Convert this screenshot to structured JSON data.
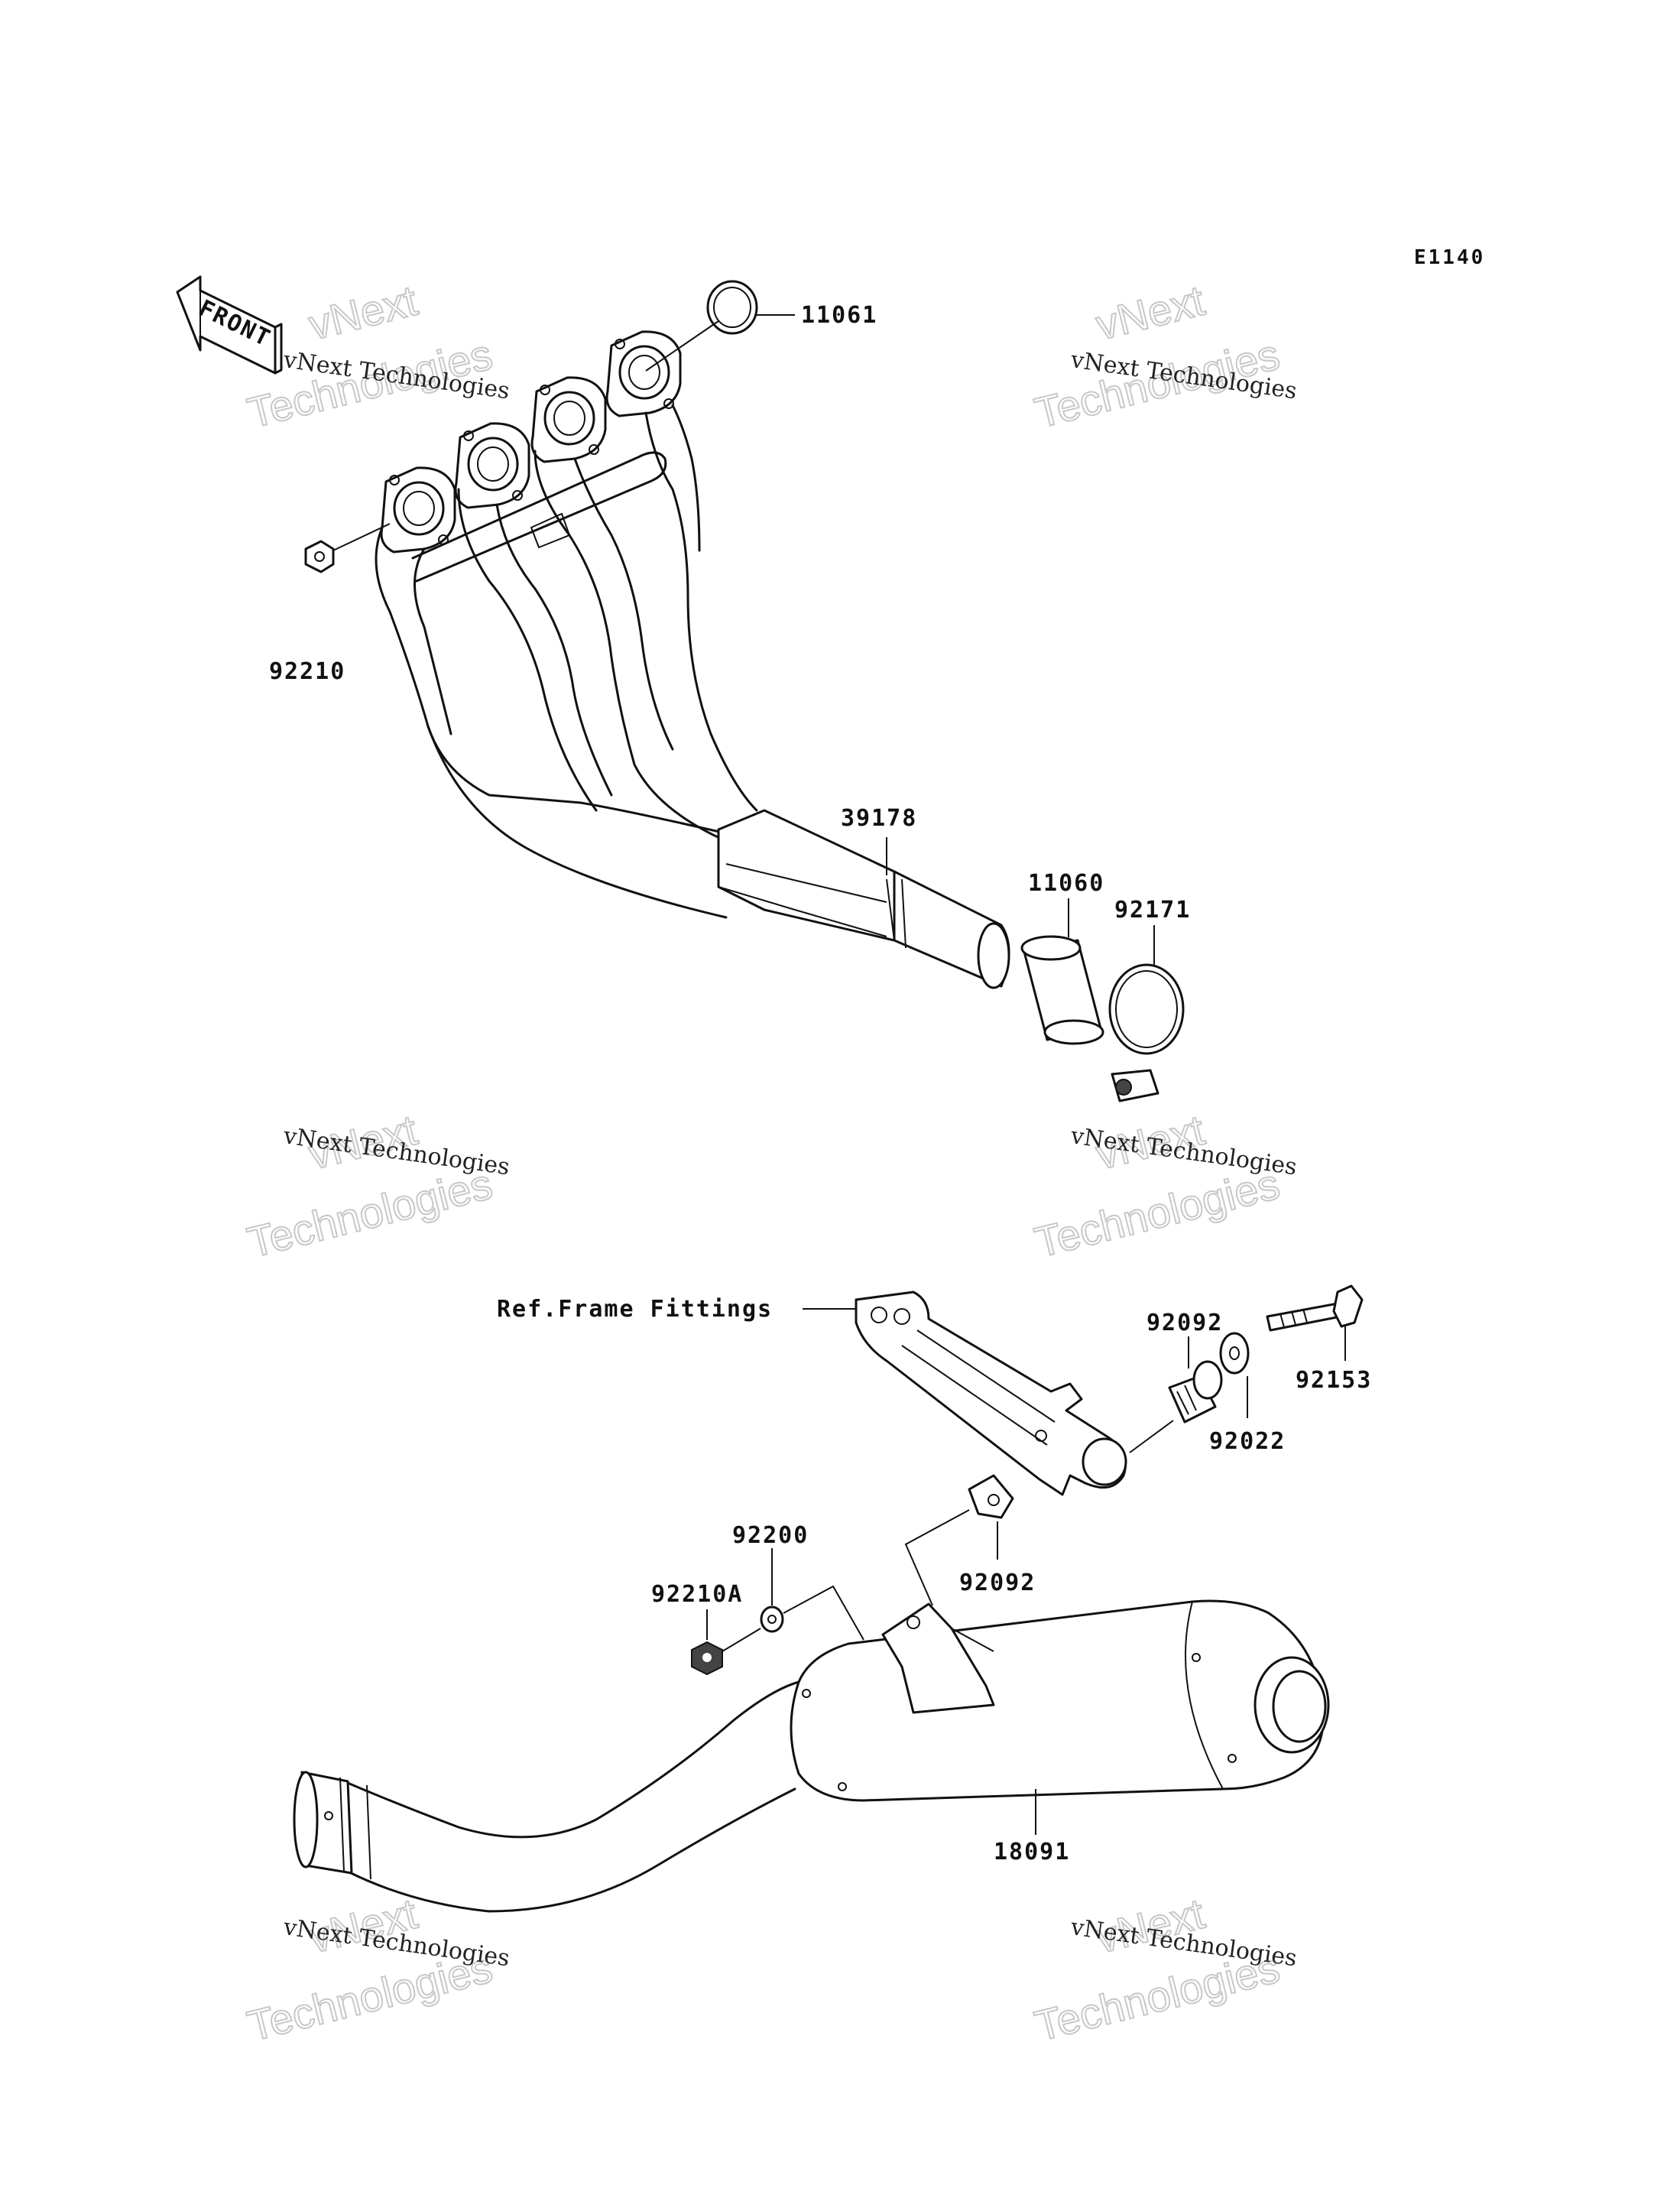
{
  "diagram_code": "E1140",
  "front_arrow_label": "FRONT",
  "parts": {
    "p11061": "11061",
    "p92210": "92210",
    "p39178": "39178",
    "p11060": "11060",
    "p92171": "92171",
    "ref_frame": "Ref.Frame Fittings",
    "p92092_top": "92092",
    "p92153": "92153",
    "p92022": "92022",
    "p92200": "92200",
    "p92210A": "92210A",
    "p92092_bottom": "92092",
    "p18091": "18091"
  },
  "watermarks": [
    {
      "line1": "vNext Technologies",
      "line2": "vNext",
      "line3": "Technologies"
    },
    {
      "line1": "vNext Technologies",
      "line2": "vNext",
      "line3": "Technologies"
    },
    {
      "line1": "vNext Technologies",
      "line2": "vNext",
      "line3": "Technologies"
    },
    {
      "line1": "vNext Technologies",
      "line2": "vNext",
      "line3": "Technologies"
    },
    {
      "line1": "vNext Technologies",
      "line2": "vNext",
      "line3": "Technologies"
    },
    {
      "line1": "vNext Technologies",
      "line2": "vNext",
      "line3": "Technologies"
    }
  ]
}
